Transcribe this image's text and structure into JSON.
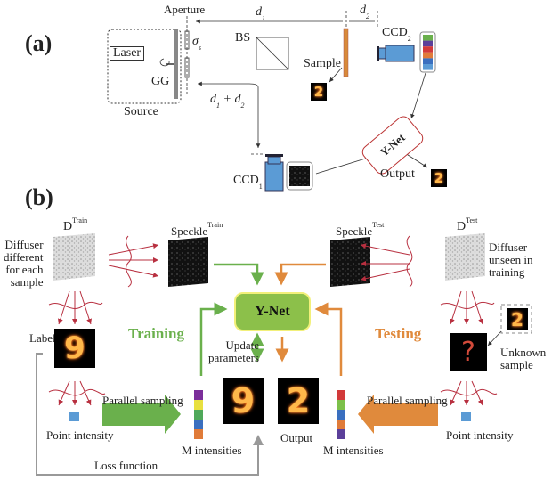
{
  "panel_a": {
    "label": "(a)",
    "aperture": "Aperture",
    "d1": "d",
    "d1_sub": "1",
    "d2": "d",
    "d2_sub": "2",
    "bs": "BS",
    "sigma": "σ",
    "sigma_sub": "s",
    "laser": "Laser",
    "gg": "GG",
    "source": "Source",
    "d1d2": "d",
    "d1d2_sub1": "1",
    "d1d2_plus": " + d",
    "d1d2_sub2": "2",
    "sample": "Sample",
    "ccd2": "CCD",
    "ccd2_sub": "2",
    "ccd1": "CCD",
    "ccd1_sub": "1",
    "ynet": "Y-Net",
    "output": "Output",
    "sample_digit": "2",
    "output_digit": "2",
    "bucket_colors": [
      "#6ab04c",
      "#5b3f9a",
      "#d23a3a",
      "#e07b39",
      "#3a6fbf",
      "#5b9bd5"
    ]
  },
  "panel_b": {
    "label": "(b)",
    "d_train": "D",
    "d_train_sup": "Train",
    "diffuser_train": [
      "Diffuser",
      "different",
      "for each",
      "sample"
    ],
    "speckle_train": "Speckle",
    "speckle_train_sup": "Train",
    "speckle_test": "Speckle",
    "speckle_test_sup": "Test",
    "d_test": "D",
    "d_test_sup": "Test",
    "diffuser_test": [
      "Diffuser",
      "unseen in",
      "training"
    ],
    "ynet": "Y-Net",
    "training": "Training",
    "testing": "Testing",
    "label_text": "Label",
    "label_digit": "9",
    "update": [
      "Update",
      "parameters"
    ],
    "unknown": [
      "Unknown",
      "sample"
    ],
    "unknown_digit": "2",
    "question": "?",
    "parallel_left": "Parallel  sampling",
    "parallel_right": "Parallel  sampling",
    "point_left": "Point intensity",
    "point_right": "Point intensity",
    "m_left": "M intensities",
    "m_right": "M intensities",
    "output": "Output",
    "train_out_digit": "9",
    "test_out_digit": "2",
    "loss": "Loss function",
    "training_color": "#6ab04c",
    "testing_color": "#e08a3c",
    "m_left_colors": [
      "#7b2f9a",
      "#e8e040",
      "#4fa85a",
      "#3a6fbf",
      "#e07b39"
    ],
    "m_right_colors": [
      "#d23a3a",
      "#7cc04a",
      "#3a6fbf",
      "#e07b39",
      "#5b3f9a"
    ]
  }
}
